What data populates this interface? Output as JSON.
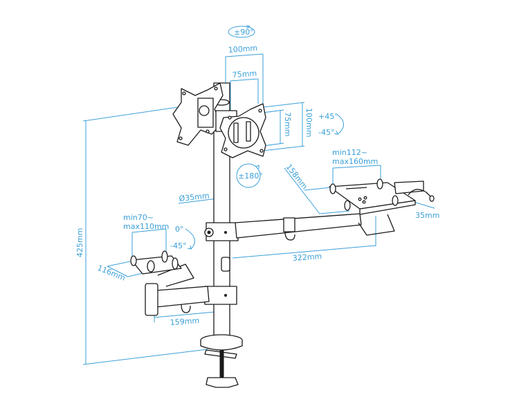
{
  "diagram": {
    "title": "Monitor and laptop desk mount dimensions",
    "accent_color": "#3a9fd8",
    "line_color": "#1a1a1a",
    "labels": {
      "tilt_top": "±90°",
      "vesa_outer": "100mm",
      "vesa_inner": "75mm",
      "vesa_inner_vertical": "75mm",
      "vesa_outer_vertical": "100mm",
      "tilt_plus": "+45°",
      "tilt_minus": "-45°",
      "rotation": "±180°",
      "pole_diameter": "Ø35mm",
      "laptop_width_line1": "min112~",
      "laptop_width_line2": "max160mm",
      "laptop_depth": "158mm",
      "clamp_width": "35mm",
      "arm_length_right": "322mm",
      "total_height": "425mm",
      "tablet_width_line1": "min70~",
      "tablet_width_line2": "max110mm",
      "tablet_tilt_top": "0°",
      "tablet_tilt_bottom": "-45°",
      "tablet_depth": "116mm",
      "arm_length_left": "159mm"
    }
  }
}
